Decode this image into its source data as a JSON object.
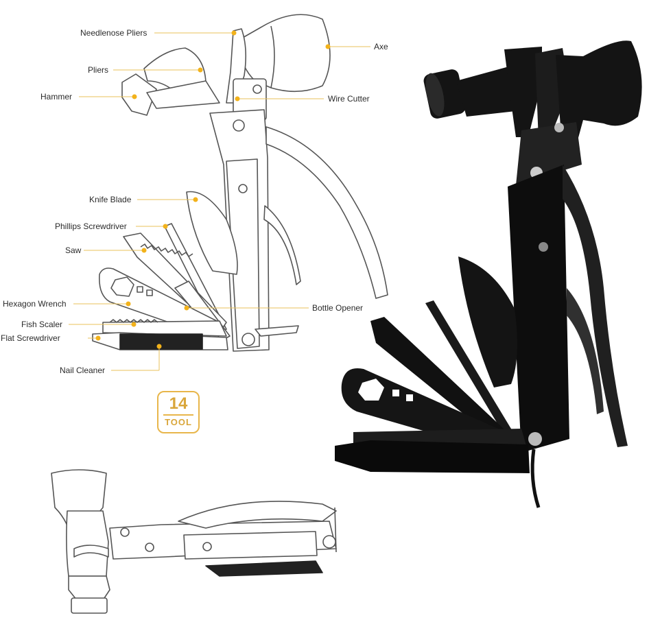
{
  "labels": {
    "needlenose_pliers": "Needlenose Pliers",
    "axe": "Axe",
    "pliers": "Pliers",
    "hammer": "Hammer",
    "wire_cutter": "Wire Cutter",
    "knife_blade": "Knife Blade",
    "phillips_screwdriver": "Phillips Screwdriver",
    "saw": "Saw",
    "hexagon_wrench": "Hexagon Wrench",
    "bottle_opener": "Bottle Opener",
    "fish_scaler": "Fish Scaler",
    "flat_screwdriver": "Flat Screwdriver",
    "nail_cleaner": "Nail Cleaner"
  },
  "badge": {
    "number": "14",
    "word": "TOOL"
  },
  "colors": {
    "accent": "#f2b21b",
    "line": "#e8c25a",
    "outline": "#555555",
    "tool_black": "#141414"
  }
}
